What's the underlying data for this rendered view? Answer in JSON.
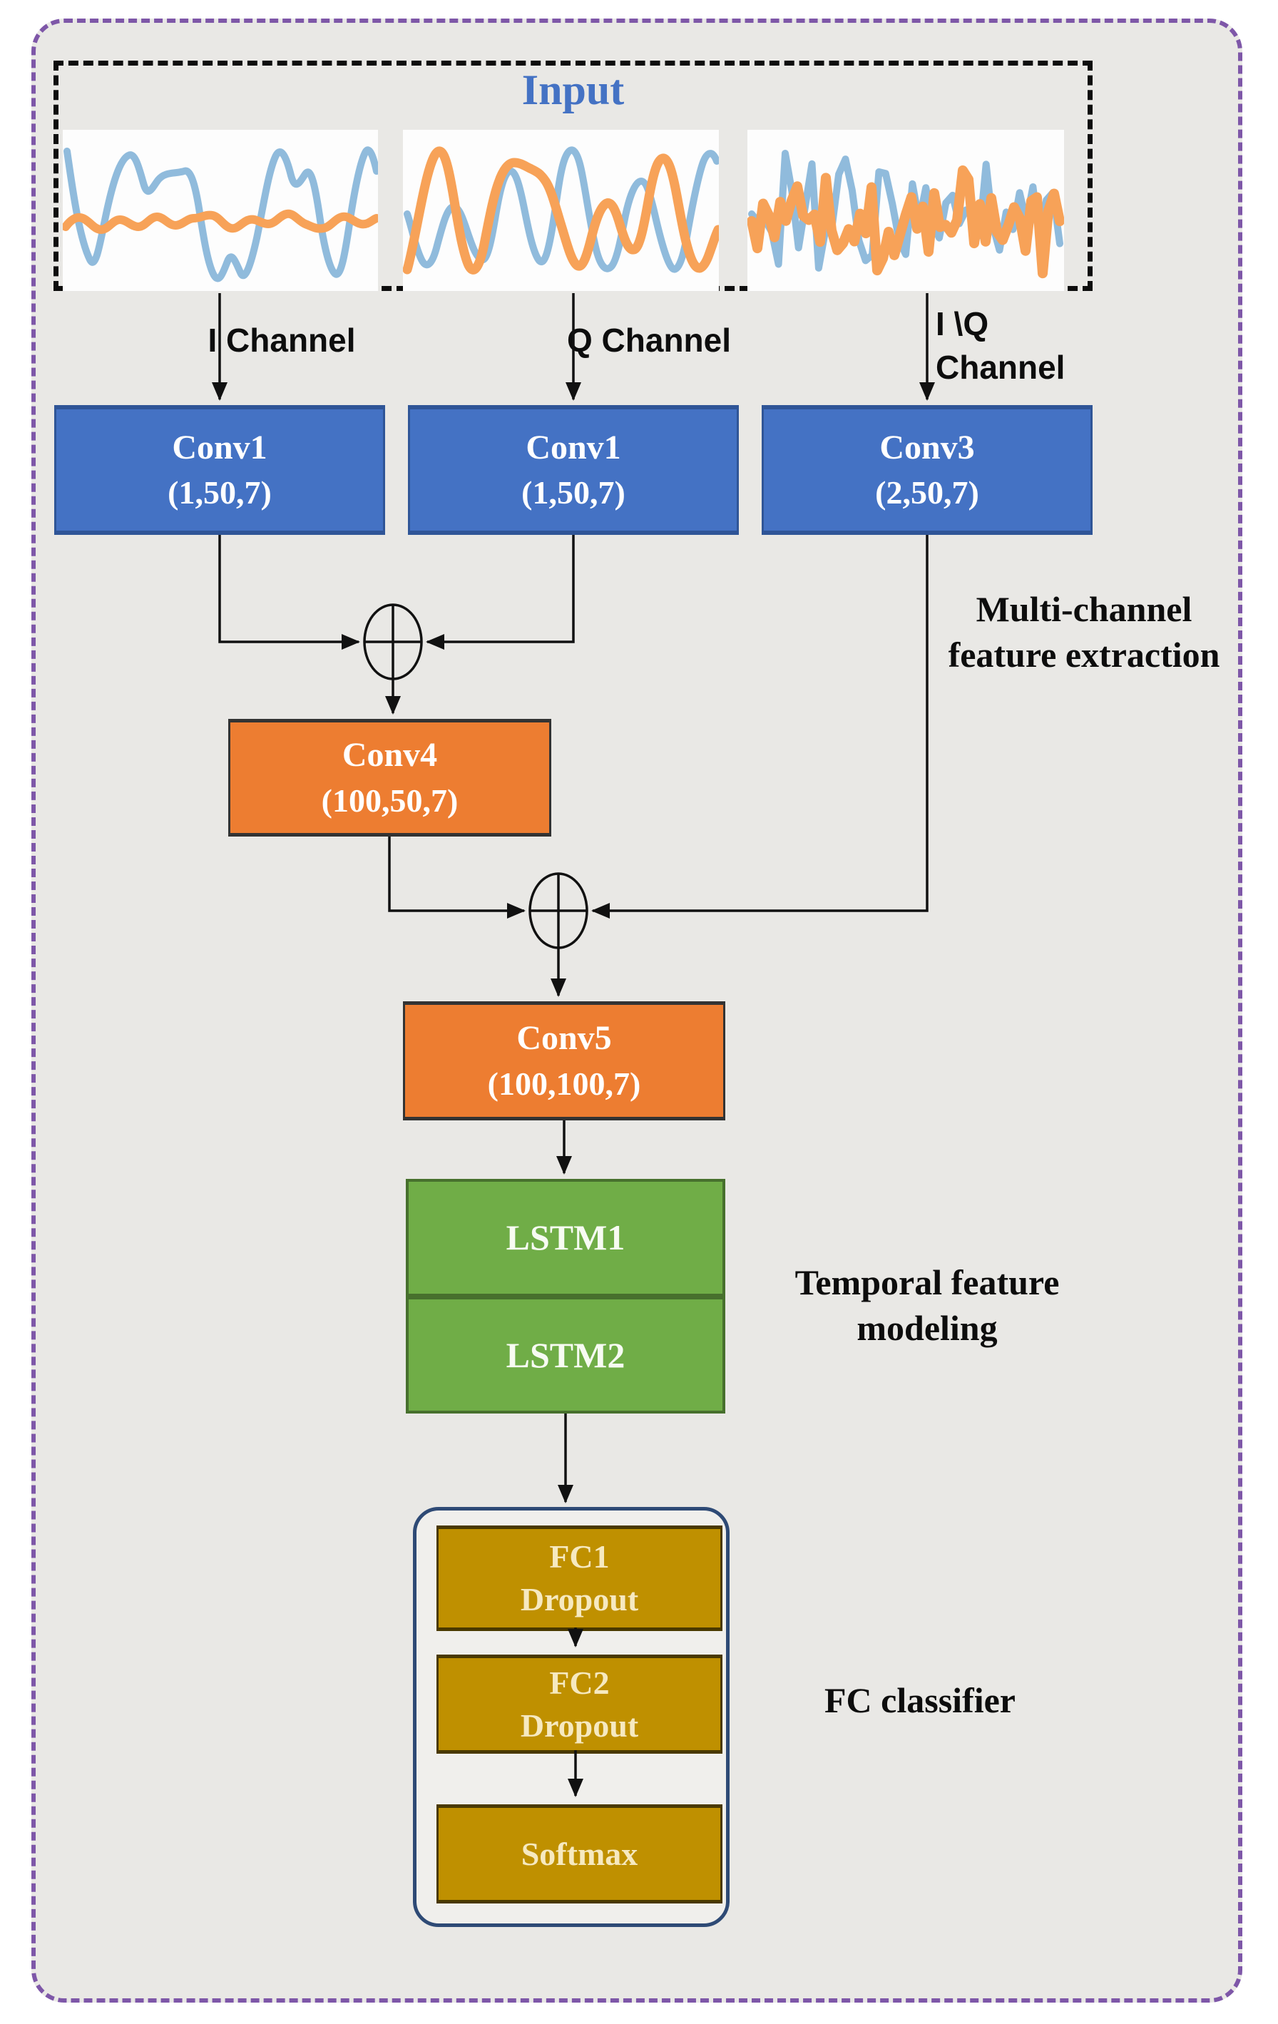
{
  "input_section": {
    "title": "Input"
  },
  "channels": {
    "c1": "I Channel",
    "c2": "Q Channel",
    "c3_line1": "I \\Q",
    "c3_line2": "Channel"
  },
  "blocks": {
    "conv1a": {
      "name": "Conv1",
      "params": "(1,50,7)"
    },
    "conv1b": {
      "name": "Conv1",
      "params": "(1,50,7)"
    },
    "conv3": {
      "name": "Conv3",
      "params": "(2,50,7)"
    },
    "conv4": {
      "name": "Conv4",
      "params": "(100,50,7)"
    },
    "conv5": {
      "name": "Conv5",
      "params": "(100,100,7)"
    },
    "lstm1": {
      "name": "LSTM1"
    },
    "lstm2": {
      "name": "LSTM2"
    },
    "fc1": {
      "name": "FC1",
      "sub": "Dropout"
    },
    "fc2": {
      "name": "FC2",
      "sub": "Dropout"
    },
    "softmax": {
      "name": "Softmax"
    }
  },
  "annotations": {
    "multichannel_line1": "Multi-channel",
    "multichannel_line2": "feature extraction",
    "temporal_line1": "Temporal feature",
    "temporal_line2": "modeling",
    "fc": "FC classifier"
  },
  "colors": {
    "frame_border": "#7e57a8",
    "panel_background": "#e9e8e5",
    "input_title_text": "#4472c4",
    "conv_input_block": "#4472c4",
    "conv_fusion_block": "#ed7d31",
    "lstm_block": "#70ad47",
    "fc_block": "#bf9000",
    "fc_container_border": "#2e4a75",
    "waveform_blue": "#90bbdc",
    "waveform_orange": "#f7a258"
  }
}
